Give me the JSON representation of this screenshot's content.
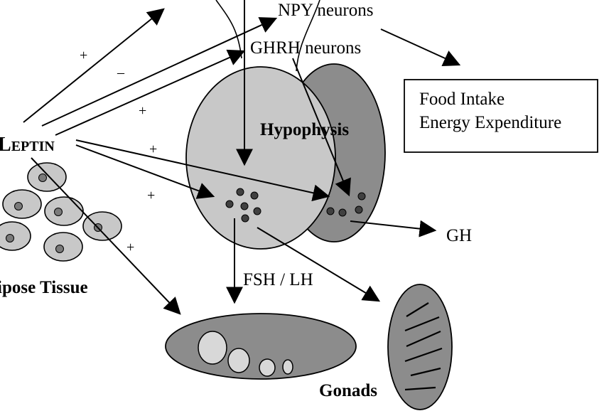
{
  "labels": {
    "npy": "NPY neurons",
    "ghrh": "GHRH neurons",
    "hypophysis": "Hypophysis",
    "leptin_first": "L",
    "leptin_rest": "EPTIN",
    "adipose": "ipose Tissue",
    "gh": "GH",
    "fsh_lh": "FSH / LH",
    "gonads": "Gonads"
  },
  "effects_box": {
    "line1": "Food Intake",
    "line2": "Energy Expenditure"
  },
  "signs": {
    "s1": "+",
    "s2": "–",
    "s3": "+",
    "s4": "+",
    "s5": "+",
    "s6": "+"
  },
  "colors": {
    "adenohypophysis": "#c8c8c8",
    "neurohypophysis": "#8c8c8c",
    "adipocyte": "#c8c8c8",
    "gonad": "#8c8c8c",
    "follicle": "#d8d8d8",
    "granule": "#404040",
    "stroke": "#000000"
  }
}
